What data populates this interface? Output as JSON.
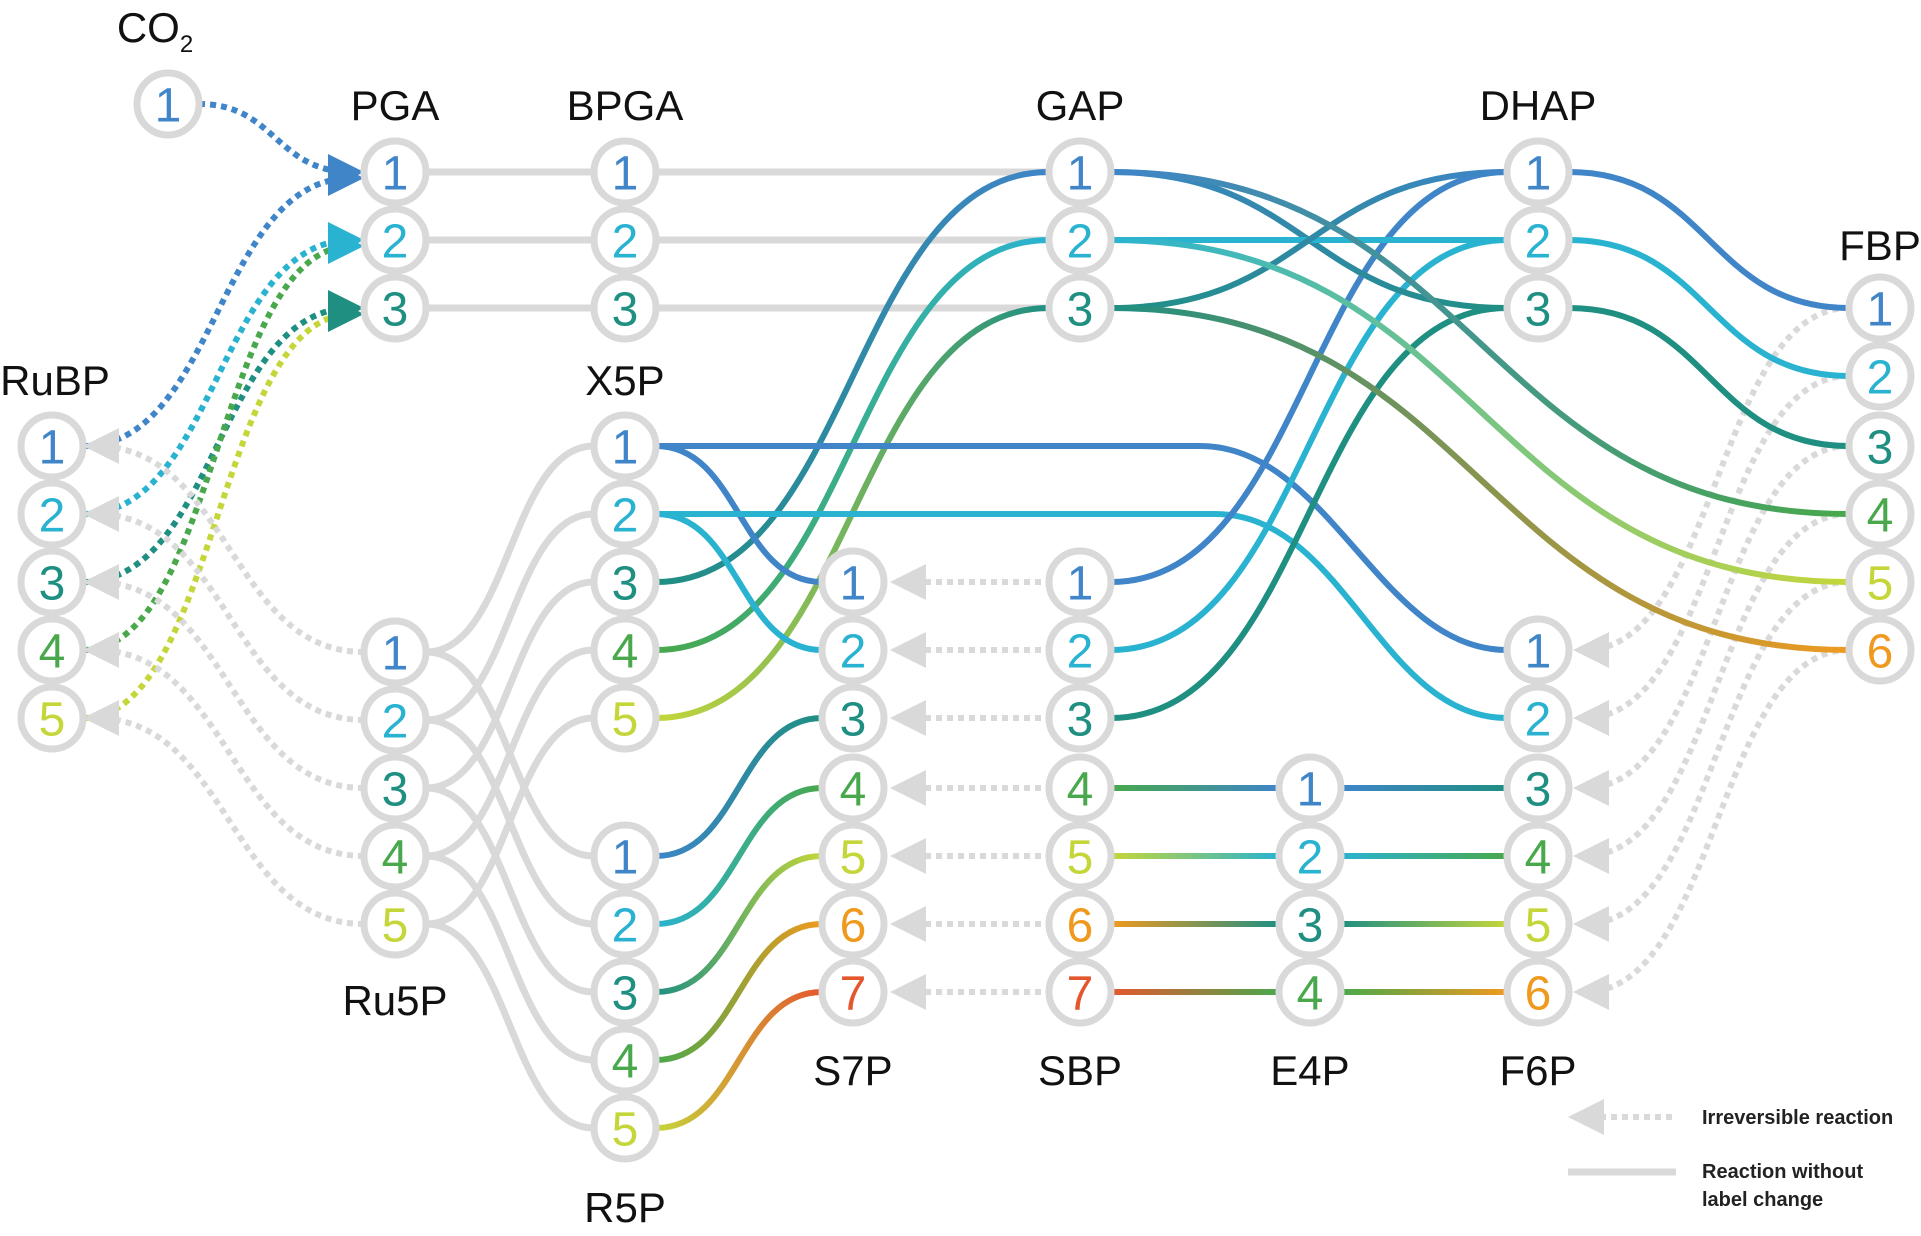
{
  "colors": {
    "c1": "#3f85c8",
    "c2": "#2ab3d1",
    "c3": "#1f8f82",
    "c4": "#49a84c",
    "c5": "#c5d63a",
    "c6": "#ef9a1f",
    "c7": "#e4572e",
    "gray": "#d9d9d9"
  },
  "metabolites": {
    "CO2": {
      "label": "CO",
      "sub": "2",
      "atoms": [
        "1"
      ]
    },
    "RuBP": {
      "label": "RuBP",
      "atoms": [
        "1",
        "2",
        "3",
        "4",
        "5"
      ]
    },
    "PGA": {
      "label": "PGA",
      "atoms": [
        "1",
        "2",
        "3"
      ]
    },
    "BPGA": {
      "label": "BPGA",
      "atoms": [
        "1",
        "2",
        "3"
      ]
    },
    "Ru5P": {
      "label": "Ru5P",
      "atoms": [
        "1",
        "2",
        "3",
        "4",
        "5"
      ]
    },
    "X5P": {
      "label": "X5P",
      "atoms": [
        "1",
        "2",
        "3",
        "4",
        "5"
      ]
    },
    "R5P": {
      "label": "R5P",
      "atoms": [
        "1",
        "2",
        "3",
        "4",
        "5"
      ]
    },
    "GAP": {
      "label": "GAP",
      "atoms": [
        "1",
        "2",
        "3"
      ]
    },
    "S7P": {
      "label": "S7P",
      "atoms": [
        "1",
        "2",
        "3",
        "4",
        "5",
        "6",
        "7"
      ]
    },
    "SBP": {
      "label": "SBP",
      "atoms": [
        "1",
        "2",
        "3",
        "4",
        "5",
        "6",
        "7"
      ]
    },
    "E4P": {
      "label": "E4P",
      "atoms": [
        "1",
        "2",
        "3",
        "4"
      ]
    },
    "DHAP": {
      "label": "DHAP",
      "atoms": [
        "1",
        "2",
        "3"
      ]
    },
    "F6P": {
      "label": "F6P",
      "atoms": [
        "1",
        "2",
        "3",
        "4",
        "5",
        "6"
      ]
    },
    "FBP": {
      "label": "FBP",
      "atoms": [
        "1",
        "2",
        "3",
        "4",
        "5",
        "6"
      ]
    }
  },
  "legend": {
    "irreversible": "Irreversible reaction",
    "no_change_line1": "Reaction without",
    "no_change_line2": "label change"
  }
}
